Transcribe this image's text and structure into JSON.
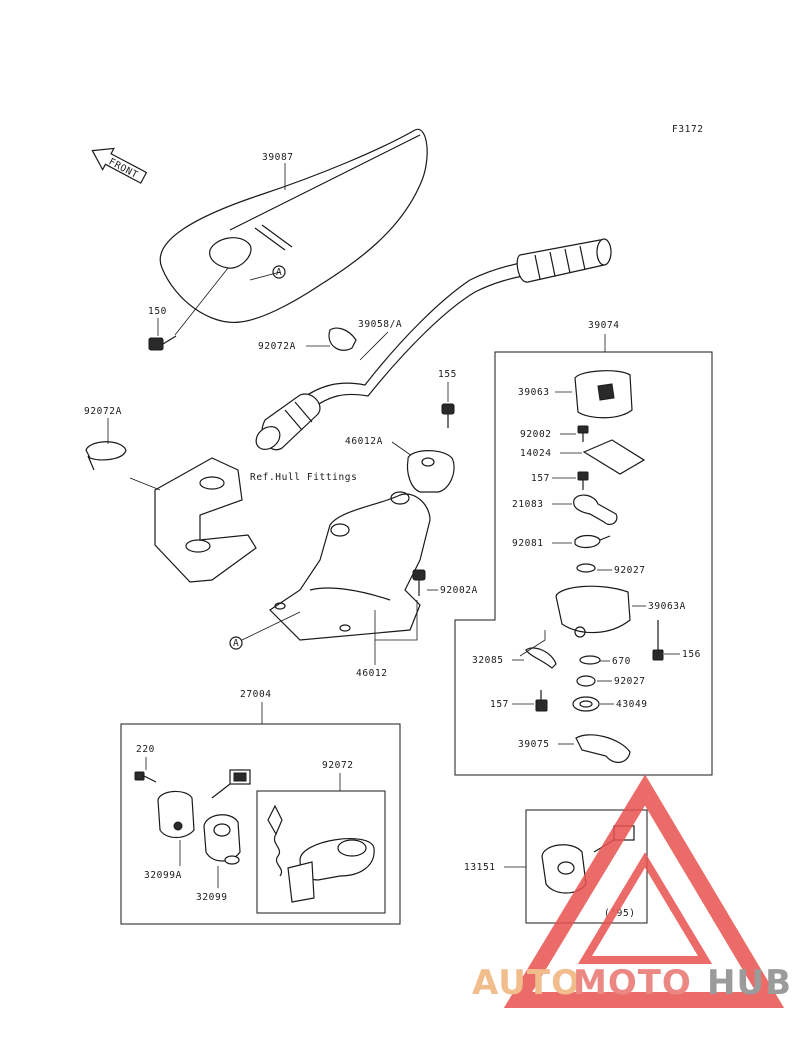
{
  "figure_code": "F3172",
  "front_arrow_label": "FRONT",
  "note_ref_hull": "Ref.Hull Fittings",
  "year_note": "('95)",
  "ref_marker": "A",
  "callouts": {
    "p39087": "39087",
    "p150": "150",
    "p92072A_top": "92072A",
    "p39058A": "39058/A",
    "p92072A_left": "92072A",
    "p155": "155",
    "p46012A": "46012A",
    "p92002A": "92002A",
    "p46012": "46012",
    "p39074": "39074",
    "p39063": "39063",
    "p92002": "92002",
    "p14024": "14024",
    "p157a": "157",
    "p21083": "21083",
    "p92081": "92081",
    "p92027a": "92027",
    "p39063A": "39063A",
    "p32085": "32085",
    "p670": "670",
    "p156": "156",
    "p92027b": "92027",
    "p157b": "157",
    "p43049": "43049",
    "p39075": "39075",
    "p27004": "27004",
    "p220": "220",
    "p92072": "92072",
    "p32099A": "32099A",
    "p32099": "32099",
    "p13151": "13151"
  },
  "watermark": {
    "text_auto": "AUTO",
    "text_moto": "MOTO",
    "text_hub": "HUB",
    "color_auto": "#f0b27a",
    "color_moto": "#e8746f",
    "color_hub": "#8a8a8a",
    "triangle_color": "#e8524e"
  }
}
